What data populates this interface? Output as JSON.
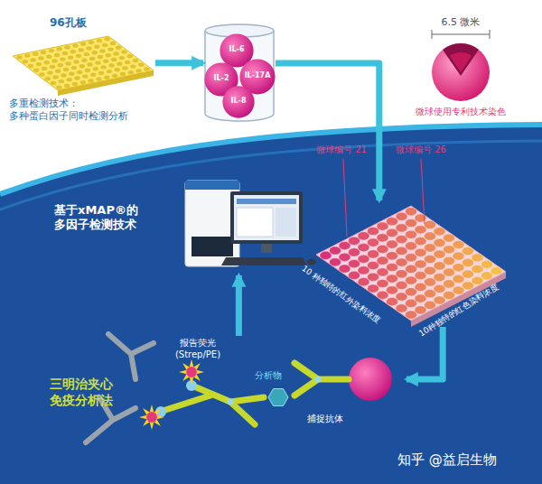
{
  "diagram": {
    "nodes": [
      {
        "text": [
          "96孔板",
          "多重检测技术： 多种蛋白因子同时检测分析"
        ]
      },
      {
        "text": []
      },
      {
        "text": [
          "IL-6"
        ],
        "in": 1
      },
      {
        "text": [
          "IL-2"
        ],
        "in": 1
      },
      {
        "text": [
          "IL-17A"
        ],
        "in": 1
      },
      {
        "text": [
          "IL-8"
        ],
        "in": 1
      },
      {
        "text": [
          "6.5 微米",
          "微球使用专利技术染色"
        ]
      },
      {
        "text": [
          "基于xMAP®的 多因子检测技术"
        ]
      },
      {
        "text": [
          "10 种独特的红外染料浓度",
          "10种独特的红色染料浓度"
        ]
      },
      {
        "text": [
          "三明治夹心 免疫分析法"
        ]
      }
    ],
    "edges": [
      {
        "from": 0,
        "to": 1,
        "arrow": "to"
      },
      {
        "from": 1,
        "to": 8,
        "arrow": "to"
      },
      {
        "from": 8,
        "to": 9,
        "arrow": "to"
      },
      {
        "from": 9,
        "to": 7,
        "arrow": "to"
      }
    ],
    "labels": [
      "微球编号 21",
      "微球编号 26",
      "报告荧光 (Strep/PE)",
      "分析物",
      "捕捉抗体",
      "知乎 @益启生物"
    ]
  }
}
